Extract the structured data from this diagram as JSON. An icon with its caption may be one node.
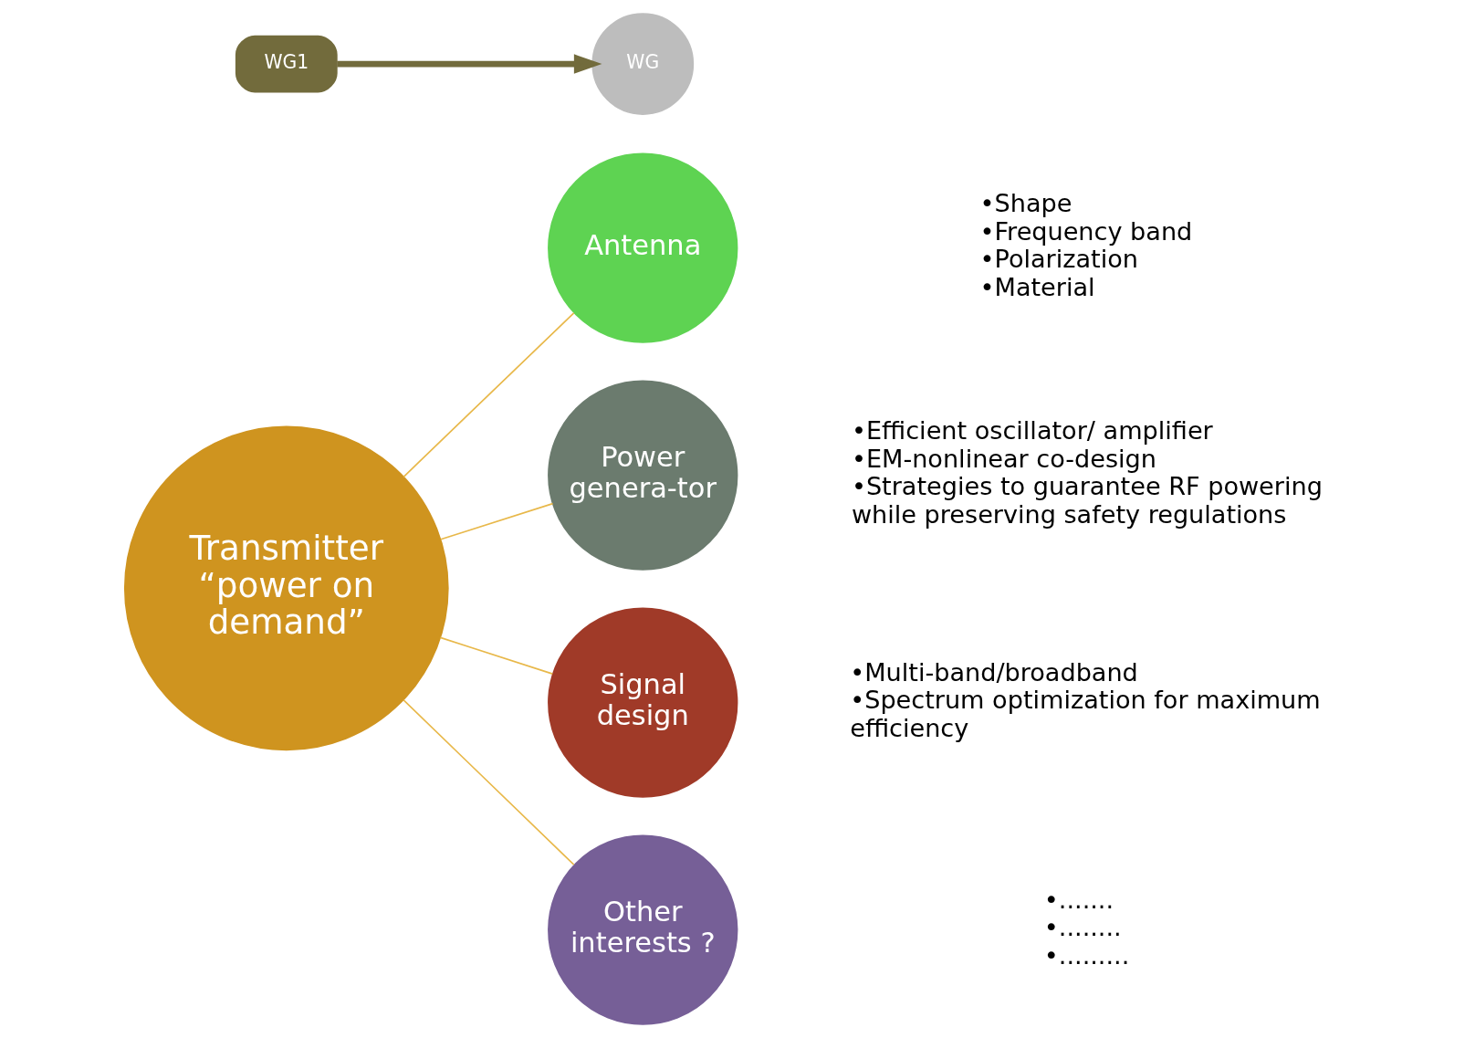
{
  "diagram": {
    "nodes": [
      {
        "text": [
          "Transmitter",
          "“power on demand”"
        ]
      },
      {
        "text": [
          "Antenna"
        ],
        "beside": [
          "•Shape",
          "•Frequency band",
          "•Polarization",
          "•Material"
        ]
      },
      {
        "text": [
          "Power genera-tor"
        ],
        "beside": [
          "•Efficient oscillator/ amplifier",
          "•EM-nonlinear co-design",
          "•Strategies to guarantee RF powering while preserving safety regulations"
        ]
      },
      {
        "text": [
          "Signal design"
        ],
        "beside": [
          "•Multi-band/broadband",
          "•Spectrum optimization for maximum efficiency"
        ]
      },
      {
        "text": [
          "Other interests ?"
        ],
        "beside": [
          "•.......",
          "•........",
          "•........."
        ]
      },
      {
        "text": [
          "WG1"
        ]
      },
      {
        "text": [
          "WG"
        ]
      }
    ],
    "edges": [
      {
        "from": 0,
        "to": 1,
        "arrow": "none"
      },
      {
        "from": 0,
        "to": 2,
        "arrow": "none"
      },
      {
        "from": 0,
        "to": 3,
        "arrow": "none"
      },
      {
        "from": 0,
        "to": 4,
        "arrow": "none"
      },
      {
        "from": 5,
        "to": 6,
        "arrow": "to",
        "style": "thick",
        "color": "#726b3c"
      }
    ]
  }
}
